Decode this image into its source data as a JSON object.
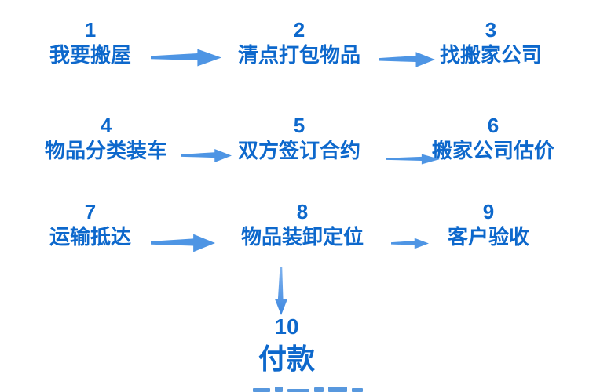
{
  "colors": {
    "background": "#ffffff",
    "text_blue": "#0d68cc",
    "arrow_blue": "#4e95e4"
  },
  "flow": {
    "topic": "moving-house process flow",
    "steps": [
      {
        "number": "1",
        "label": "我要搬屋"
      },
      {
        "number": "2",
        "label": "清点打包物品"
      },
      {
        "number": "3",
        "label": "找搬家公司"
      },
      {
        "number": "4",
        "label": "物品分类装车"
      },
      {
        "number": "5",
        "label": "双方签订合约"
      },
      {
        "number": "6",
        "label": "搬家公司估价"
      },
      {
        "number": "7",
        "label": "运输抵达"
      },
      {
        "number": "8",
        "label": "物品装卸定位"
      },
      {
        "number": "9",
        "label": "客户验收"
      },
      {
        "number": "10",
        "label": "付款"
      }
    ],
    "connections": [
      {
        "from": "1",
        "to": "2",
        "direction": "right"
      },
      {
        "from": "2",
        "to": "3",
        "direction": "right"
      },
      {
        "from": "4",
        "to": "5",
        "direction": "right"
      },
      {
        "from": "5",
        "to": "6",
        "direction": "right"
      },
      {
        "from": "7",
        "to": "8",
        "direction": "right"
      },
      {
        "from": "8",
        "to": "9",
        "direction": "right"
      },
      {
        "from": "8",
        "to": "10",
        "direction": "down"
      }
    ]
  }
}
